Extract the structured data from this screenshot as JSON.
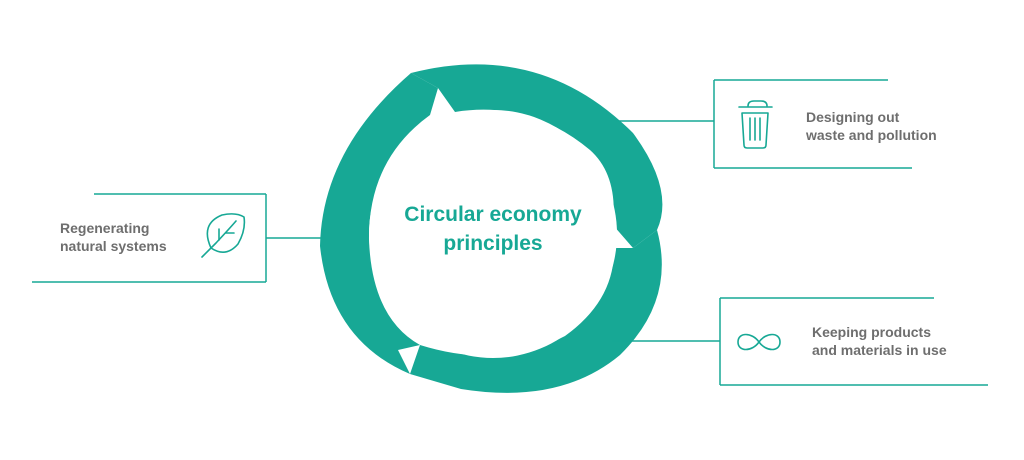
{
  "center": {
    "line1": "Circular economy",
    "line2": "principles"
  },
  "principles": [
    {
      "id": "regenerating",
      "line1": "Regenerating",
      "line2": "natural systems",
      "icon": "leaf-icon"
    },
    {
      "id": "designing",
      "line1": "Designing out",
      "line2": "waste and pollution",
      "icon": "trash-bin-icon"
    },
    {
      "id": "keeping",
      "line1": "Keeping products",
      "line2": "and materials in use",
      "icon": "infinity-icon"
    }
  ],
  "colors": {
    "accent": "#17a895",
    "text": "#6e6e6e",
    "background": "#ffffff"
  }
}
